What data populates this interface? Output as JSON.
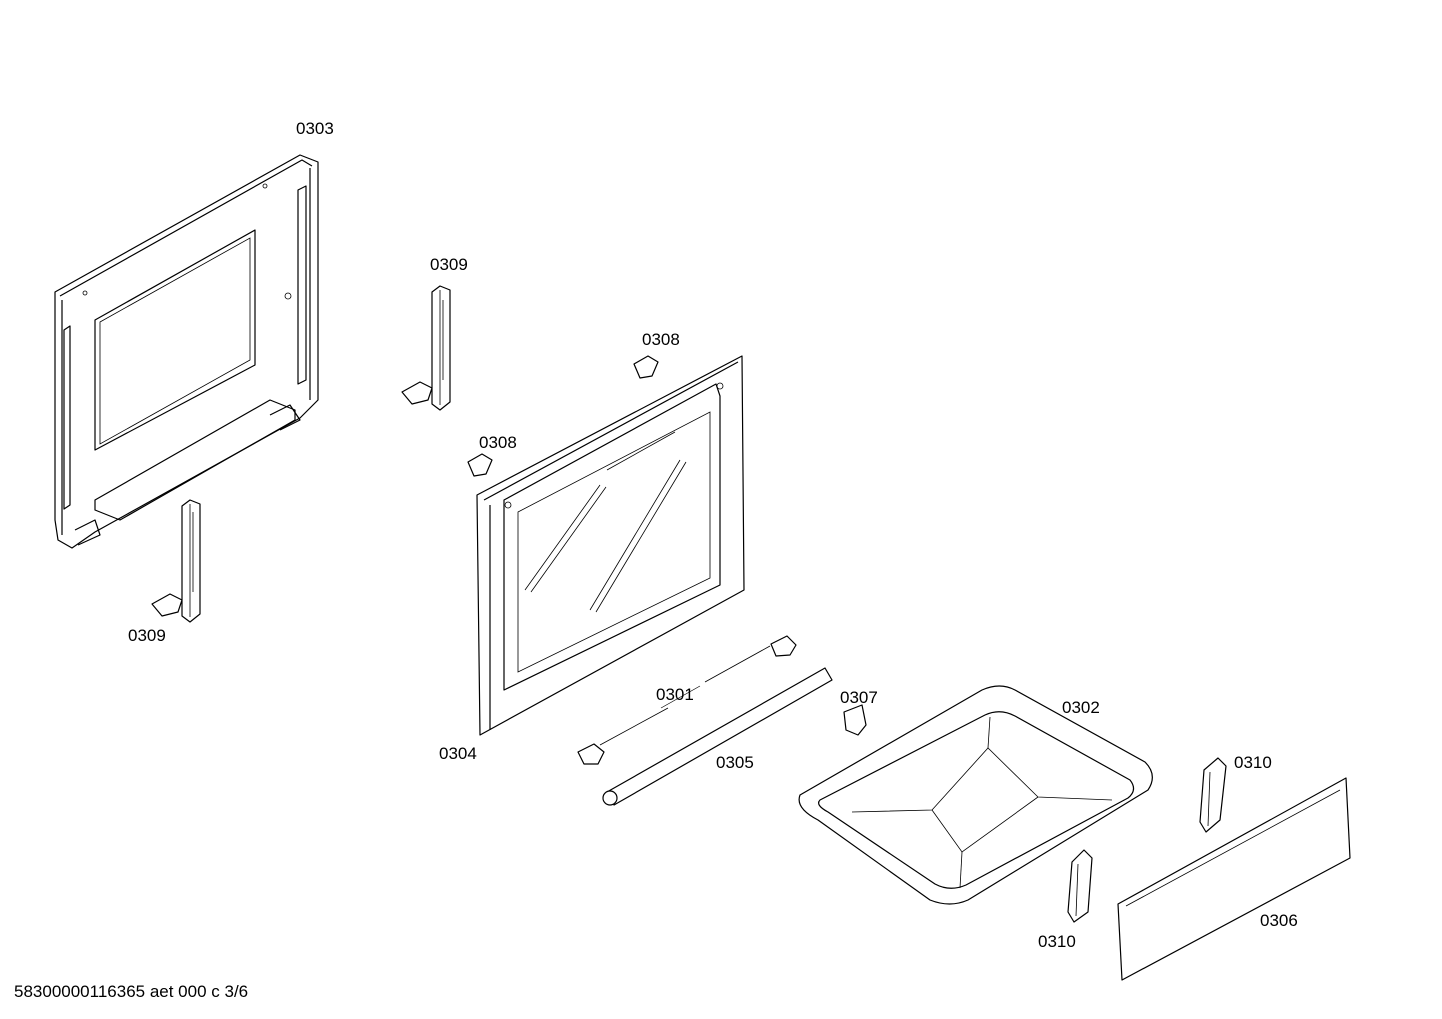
{
  "labels": {
    "p0303": "0303",
    "p0309_top": "0309",
    "p0309_bottom": "0309",
    "p0308_right": "0308",
    "p0308_left": "0308",
    "p0304": "0304",
    "p0301": "0301",
    "p0305": "0305",
    "p0307": "0307",
    "p0302": "0302",
    "p0310_right": "0310",
    "p0310_bottom": "0310",
    "p0306": "0306"
  },
  "footer": "58300000116365 aet 000 c 3/6"
}
